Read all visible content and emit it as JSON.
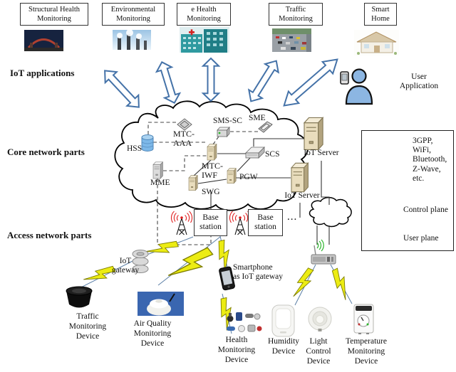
{
  "app_boxes": [
    "Structural Health\nMonitoring",
    "Environmental\nMonitoring",
    "e Health\nMonitoring",
    "Traffic\nMonitoring",
    "Smart\nHome"
  ],
  "sections": {
    "iot_applications": "IoT applications",
    "core_network": "Core network parts",
    "access_network": "Access network parts"
  },
  "user_application": "User\nApplication",
  "core_nodes": {
    "hss": "HSS",
    "mtc_aaa": "MTC-\nAAA",
    "sms_sc": "SMS-SC",
    "sme": "SME",
    "scs": "SCS",
    "mtc_iwf": "MTC-\nIWF",
    "pgw": "PGW",
    "swg": "SWG",
    "mme": "MME"
  },
  "servers": {
    "iot_server_1": "IoT Server",
    "iot_server_2": "IoT Server"
  },
  "access_nodes": {
    "base_station_1": "Base\nstation",
    "base_station_2": "Base\nstation",
    "ellipsis": "...",
    "iot_gateway": "IoT\ngateway",
    "smartphone_gateway": "Smartphone\nas IoT gateway"
  },
  "legend": {
    "wireless_label": "3GPP,\nWiFi,\nBluetooth,\nZ-Wave,\netc.",
    "control_plane": "Control plane",
    "user_plane": "User plane"
  },
  "devices": [
    "Traffic\nMonitoring\nDevice",
    "Air Quality\nMonitoring\nDevice",
    "Health\nMonitoring\nDevice",
    "Humidity\nDevice",
    "Light\nControl\nDevice",
    "Temperature\nMonitoring\nDevice"
  ],
  "colors": {
    "arrow_blue": "#4472a8",
    "bolt_yellow": "#ecec13",
    "tower_wave_red": "#e02020",
    "signal_green": "#2ab52a",
    "server_tan": "#e9ddbd",
    "hss_blue": "#7db8e8"
  }
}
